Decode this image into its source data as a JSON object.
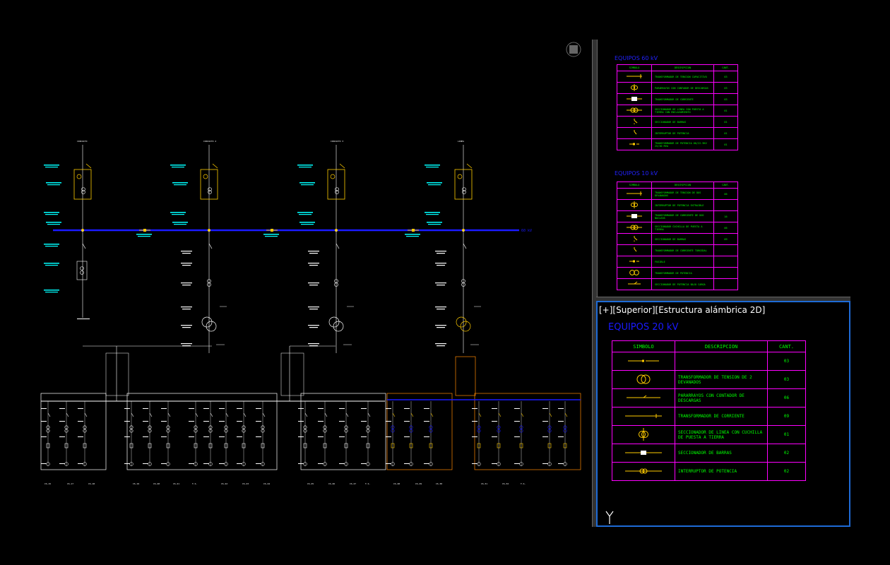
{
  "viewport": {
    "label": "[+][Superior][Estructura alámbrica 2D]"
  },
  "tables": {
    "equipos_20": {
      "title": "EQUIPOS 20 kV",
      "headers": [
        "SIMBOLO",
        "DESCRIPCION",
        "CANT."
      ],
      "rows": [
        {
          "desc": "",
          "qty": "03"
        },
        {
          "desc": "TRANSFORMADOR DE TENSION DE 2 DEVANADOS",
          "qty": "03"
        },
        {
          "desc": "PARARRAYOS CON CONTADOR DE DESCARGAS",
          "qty": "06"
        },
        {
          "desc": "TRANSFORMADOR DE CORRIENTE",
          "qty": "09"
        },
        {
          "desc": "SECCIONADOR DE LINEA CON CUCHILLA DE PUESTA A TIERRA",
          "qty": "01"
        },
        {
          "desc": "SECCIONADOR DE BARRAS",
          "qty": "02"
        },
        {
          "desc": "INTERRUPTOR DE POTENCIA",
          "qty": "02"
        }
      ]
    },
    "equipos_60": {
      "title": "EQUIPOS 60 kV",
      "headers": [
        "SIMBOLO",
        "DESCRIPCION",
        "CANT."
      ],
      "rows": [
        {
          "desc": "TRANSFORMADOR DE TENSION CAPACITIVO",
          "qty": "03"
        },
        {
          "desc": "PARARRAYOS CON CONTADOR DE DESCARGAS",
          "qty": "03"
        },
        {
          "desc": "TRANSFORMADOR DE CORRIENTE",
          "qty": "03"
        },
        {
          "desc": "SECCIONADOR DE LINEA CON PUESTA A TIERRA CON ENCLAVAMIENTO",
          "qty": "01"
        },
        {
          "desc": "SECCIONADOR DE BARRAS",
          "qty": "01"
        },
        {
          "desc": "INTERRUPTOR DE POTENCIA",
          "qty": "01"
        },
        {
          "desc": "TRANSFORMADOR DE POTENCIA 60/22.9KV 25/30 MVA",
          "qty": "01"
        }
      ]
    },
    "equipos_10": {
      "title": "EQUIPOS 10 kV",
      "headers": [
        "SIMBOLO",
        "DESCRIPCION",
        "CANT."
      ],
      "rows": [
        {
          "desc": "TRANSFORMADOR DE TENSION DE DOS DEVANADOS",
          "qty": "06"
        },
        {
          "desc": "INTERRUPTOR DE POTENCIA EXTRAIBLE",
          "qty": ""
        },
        {
          "desc": "TRANSFORMADOR DE CORRIENTE DE DOS NUCLEOS",
          "qty": "16"
        },
        {
          "desc": "SECCIONADOR CUCHILLA DE PUESTA A TIERRA",
          "qty": "06"
        },
        {
          "desc": "SECCIONADOR DE BARRAS",
          "qty": "09"
        },
        {
          "desc": "TRANSFORMADOR DE CORRIENTE TOROIDAL",
          "qty": ""
        },
        {
          "desc": "FUSIBLE",
          "qty": ""
        },
        {
          "desc": "TRANSFORMADOR DE POTENCIA",
          "qty": ""
        },
        {
          "desc": "SECCIONADOR DE POTENCIA BAJO CARGA",
          "qty": ""
        }
      ]
    }
  },
  "diagram": {
    "bus_label": "60 kV",
    "feeders": [
      "CIRCUITO",
      "CIRCUITO 2",
      "CIRCUITO 3",
      "LINEA"
    ],
    "bottom_labels": [
      "CS-15",
      "CS-17",
      "CS-18",
      "CS-19",
      "CS-20",
      "CS-21",
      "T.S.",
      "CS-22",
      "CS-23",
      "CS-24",
      "CS-25",
      "CS-26",
      "CS-27",
      "T.S.",
      "CS-28",
      "CS-29",
      "CS-30",
      "CS-31",
      "CS-32",
      "T.S."
    ]
  },
  "colors": {
    "background": "#000000",
    "bus": "#1a1aff",
    "equipment": "#ffcc00",
    "text": "#00ffff",
    "lines": "#ffffff",
    "table_border": "#ff00ff",
    "table_text": "#00ff00",
    "panel_highlight": "#ff8800"
  }
}
